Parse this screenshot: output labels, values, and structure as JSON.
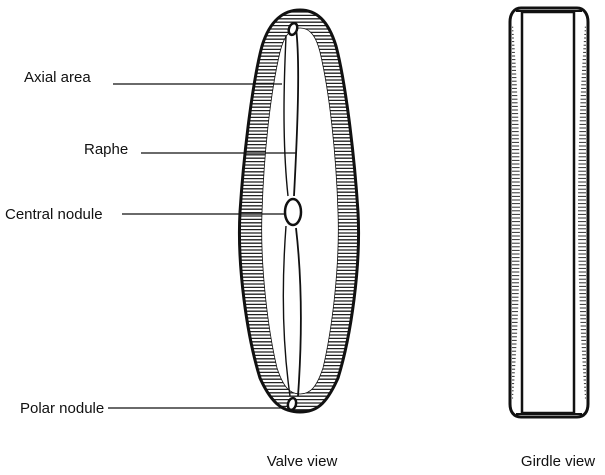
{
  "labels": {
    "axial_area": "Axial area",
    "raphe": "Raphe",
    "central_nodule": "Central nodule",
    "polar_nodule": "Polar nodule"
  },
  "captions": {
    "valve_view": "Valve view",
    "girdle_view": "Girdle view"
  },
  "colors": {
    "ink": "#111111",
    "background": "#ffffff"
  }
}
